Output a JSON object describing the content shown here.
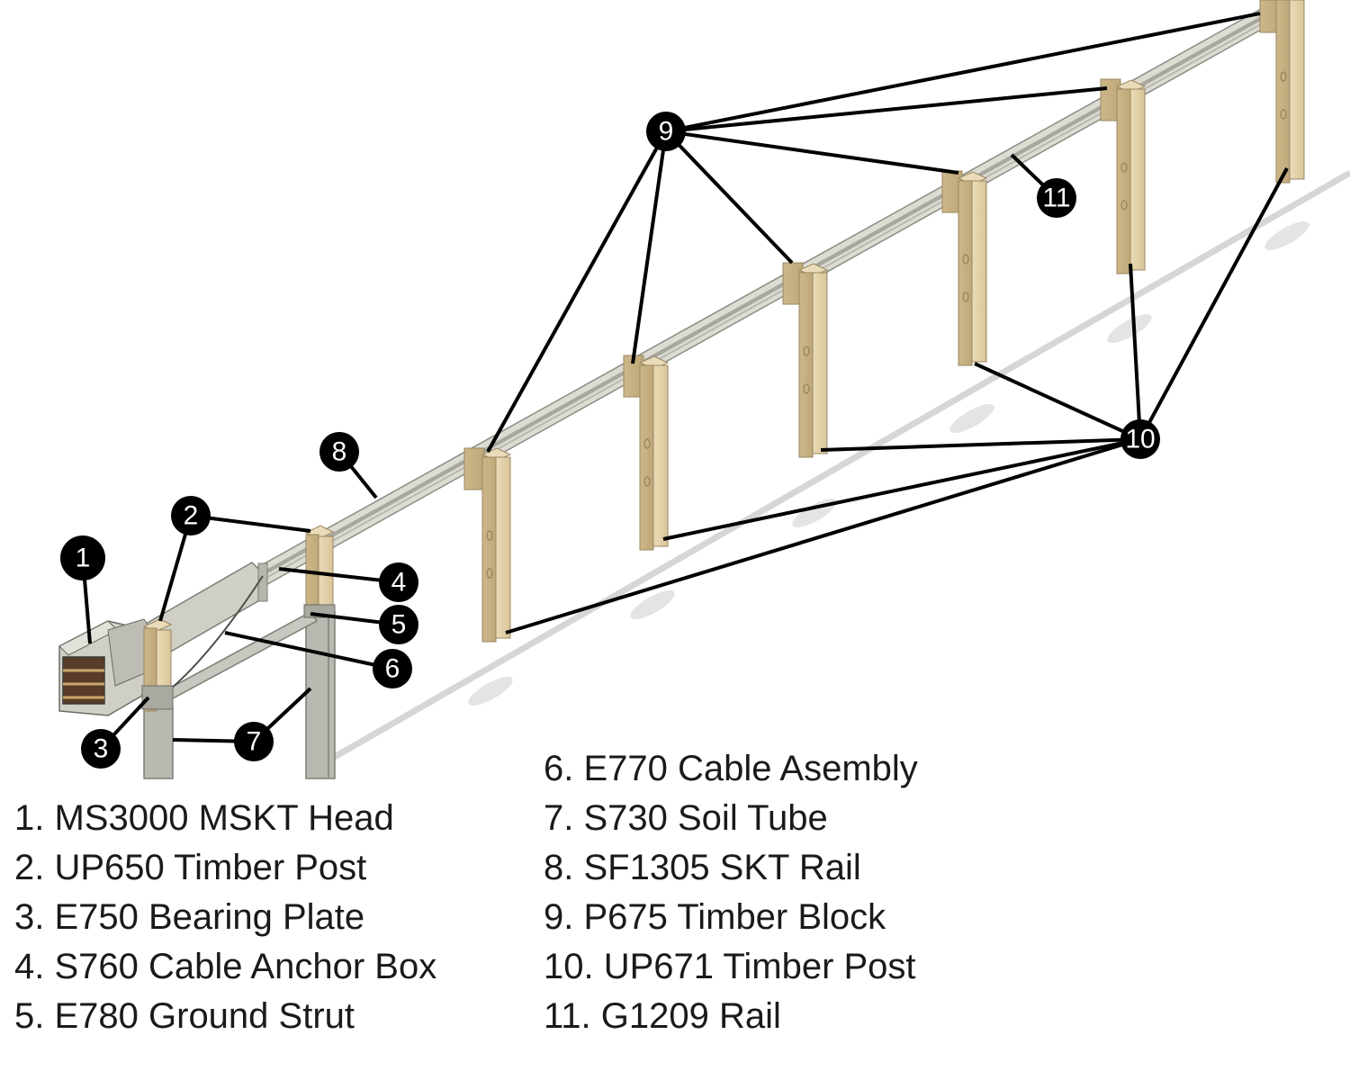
{
  "colors": {
    "timber": "#e3d2aa",
    "timber_shadow": "#c4ae82",
    "rail": "#d8d8cf",
    "rail_dark": "#9a9a90",
    "steel": "#b9b9b2",
    "callout": "#000000",
    "leader": "#000000"
  },
  "callouts": [
    "1",
    "2",
    "3",
    "4",
    "5",
    "6",
    "7",
    "8",
    "9",
    "10",
    "11"
  ],
  "legend_left": [
    "1. MS3000 MSKT Head",
    "2. UP650 Timber Post",
    "3. E750 Bearing Plate",
    "4. S760 Cable Anchor Box",
    "5. E780 Ground Strut"
  ],
  "legend_right": [
    "6. E770 Cable Asembly",
    "7. S730 Soil Tube",
    "8. SF1305 SKT Rail",
    "9. P675 Timber Block",
    "10. UP671 Timber Post",
    "11. G1209 Rail"
  ]
}
